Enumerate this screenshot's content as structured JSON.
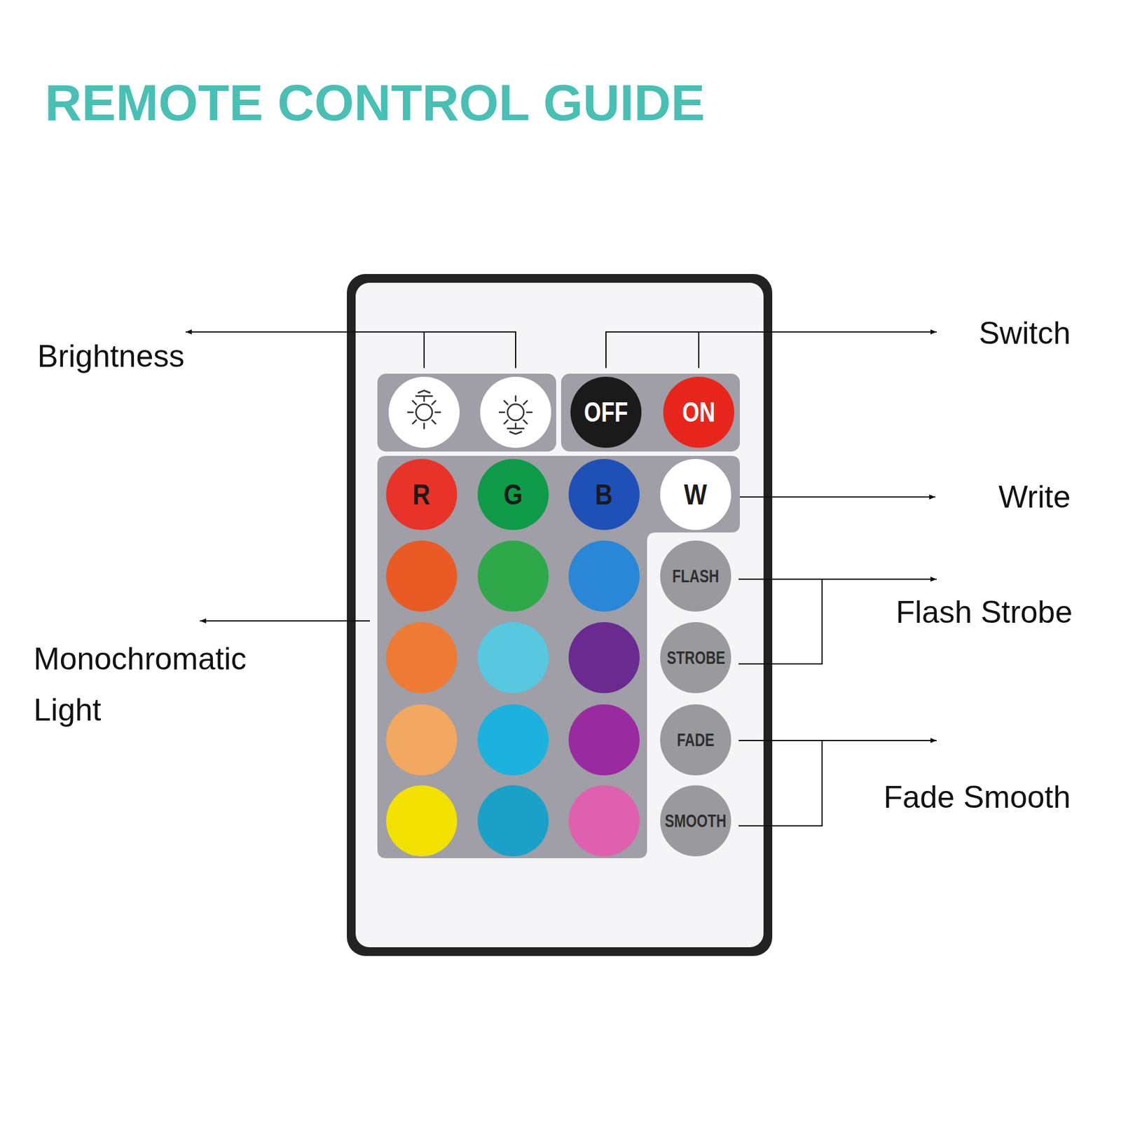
{
  "diagram": {
    "title": "REMOTE CONTROL GUIDE",
    "nodes": [
      {
        "text": [
          "OFF"
        ]
      },
      {
        "text": [
          "ON"
        ]
      },
      {
        "text": [
          "R"
        ]
      },
      {
        "text": [
          "G"
        ]
      },
      {
        "text": [
          "B"
        ]
      },
      {
        "text": [
          "W"
        ]
      },
      {
        "text": [
          "FLASH"
        ]
      },
      {
        "text": [
          "STROBE"
        ]
      },
      {
        "text": [
          "FADE"
        ]
      },
      {
        "text": [
          "SMOOTH"
        ]
      }
    ],
    "labels": [
      "Brightness",
      "Switch",
      "Write",
      "Flash Strobe",
      "Monochromatic Light",
      "Fade Smooth"
    ]
  }
}
